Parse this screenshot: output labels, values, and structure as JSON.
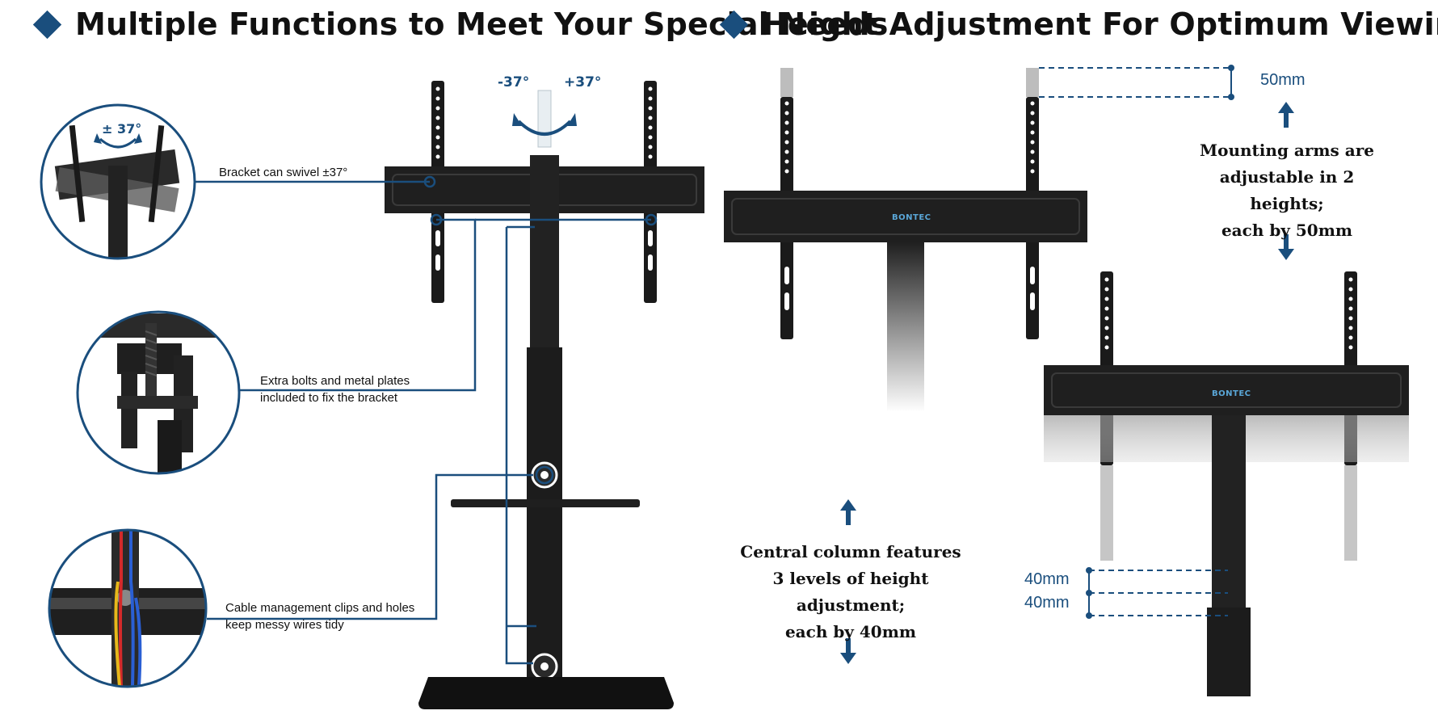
{
  "headings": {
    "left": "Multiple Functions to Meet Your Special Needs",
    "right": "Height Adjustment For Optimum Viewing"
  },
  "callouts": {
    "swivel": "Bracket can swivel ±37°",
    "bolts_line1": "Extra bolts and metal plates",
    "bolts_line2": "included to fix the bracket",
    "cable_line1": "Cable management clips and holes",
    "cable_line2": "keep messy wires tidy"
  },
  "angles": {
    "negative": "-37°",
    "positive": "+37°",
    "inset": "± 37°"
  },
  "height_info": {
    "arms_line1": "Mounting arms are",
    "arms_line2": "adjustable in 2 heights;",
    "arms_line3": "each by 50mm",
    "arms_measure": "50mm",
    "column_line1": "Central column features",
    "column_line2": "3 levels of height adjustment;",
    "column_line3": "each by 40mm",
    "column_measure_1": "40mm",
    "column_measure_2": "40mm"
  },
  "brand": "BONTEC",
  "colors": {
    "accent": "#1a4e7d",
    "metal": "#222222",
    "inset_border": "#1a4e7d",
    "cable_red": "#d42a2a",
    "cable_yellow": "#e8b81a",
    "cable_blue": "#2a5fd4"
  }
}
